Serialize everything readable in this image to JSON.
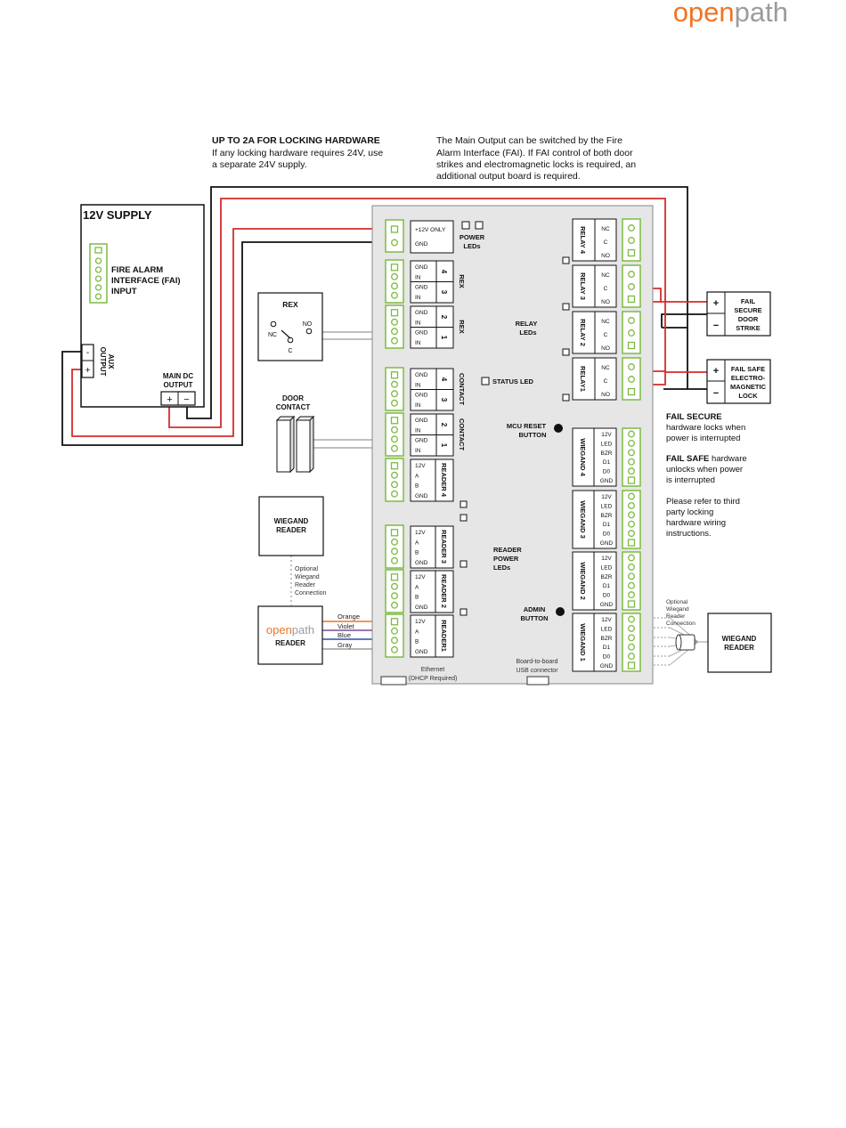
{
  "logo": {
    "open": "open",
    "path": "path"
  },
  "top_notes": {
    "locking_title": "UP TO 2A FOR LOCKING HARDWARE",
    "locking_lines": [
      "If any locking hardware requires 24V, use",
      "a separate 24V supply."
    ],
    "fai_lines": [
      "The Main Output can be switched by the Fire",
      "Alarm Interface (FAI). If FAI control of both door",
      "strikes and electromagnetic locks is required, an",
      "additional output board is required."
    ]
  },
  "supply": {
    "title": "12V SUPPLY",
    "fai_lines": [
      "FIRE ALARM",
      "INTERFACE (FAI)",
      "INPUT"
    ],
    "aux_lines": [
      "AUX",
      "OUTPUT"
    ],
    "main_dc_lines": [
      "MAIN DC",
      "OUTPUT"
    ],
    "minus": "−",
    "plus": "+",
    "aux_minus": "-",
    "aux_plus": "+"
  },
  "rex_box": {
    "title": "REX",
    "no": "NO",
    "nc": "NC",
    "c": "C"
  },
  "door_contact_lines": [
    "DOOR",
    "CONTACT"
  ],
  "wiegand_reader_left_lines": [
    "WIEGAND",
    "READER"
  ],
  "optional_left_lines": [
    "Optional",
    "Wiegand",
    "Reader",
    "Connection"
  ],
  "op_reader": {
    "open": "open",
    "path": "path",
    "label": "READER"
  },
  "wire_labels": [
    "Orange",
    "Violet",
    "Blue",
    "Gray"
  ],
  "board": {
    "power_in": {
      "a": "+12V ONLY",
      "b": "GND"
    },
    "power_leds_lines": [
      "POWER",
      "LEDs"
    ],
    "rex_blocks": [
      {
        "rows": [
          "GND",
          "IN",
          "GND",
          "IN"
        ],
        "nums": [
          "4",
          "3"
        ],
        "label": "REX"
      },
      {
        "rows": [
          "GND",
          "IN",
          "GND",
          "IN"
        ],
        "nums": [
          "2",
          "1"
        ],
        "label": "REX"
      }
    ],
    "contact_blocks": [
      {
        "rows": [
          "GND",
          "IN",
          "GND",
          "IN"
        ],
        "nums": [
          "4",
          "3"
        ],
        "label": "CONTACT"
      },
      {
        "rows": [
          "GND",
          "IN",
          "GND",
          "IN"
        ],
        "nums": [
          "2",
          "1"
        ],
        "label": "CONTACT"
      }
    ],
    "readers": [
      {
        "rows": [
          "12V",
          "A",
          "B",
          "GND"
        ],
        "label": "READER 4"
      },
      {
        "rows": [
          "12V",
          "A",
          "B",
          "GND"
        ],
        "label": "READER 3"
      },
      {
        "rows": [
          "12V",
          "A",
          "B",
          "GND"
        ],
        "label": "READER 2"
      },
      {
        "rows": [
          "12V",
          "A",
          "B",
          "GND"
        ],
        "label": "READER1"
      }
    ],
    "relays": [
      {
        "label": "RELAY 4",
        "rows": [
          "NC",
          "C",
          "NO"
        ]
      },
      {
        "label": "RELAY 3",
        "rows": [
          "NC",
          "C",
          "NO"
        ]
      },
      {
        "label": "RELAY 2",
        "rows": [
          "NC",
          "C",
          "NO"
        ]
      },
      {
        "label": "RELAY1",
        "rows": [
          "NC",
          "C",
          "NO"
        ]
      }
    ],
    "relay_leds_lines": [
      "RELAY",
      "LEDs"
    ],
    "status_led": "STATUS LED",
    "mcu_reset_lines": [
      "MCU RESET",
      "BUTTON"
    ],
    "wiegands": [
      {
        "label": "WIEGAND 4",
        "rows": [
          "12V",
          "LED",
          "BZR",
          "D1",
          "D0",
          "GND"
        ]
      },
      {
        "label": "WIEGAND 3",
        "rows": [
          "12V",
          "LED",
          "BZR",
          "D1",
          "D0",
          "GND"
        ]
      },
      {
        "label": "WIEGAND 2",
        "rows": [
          "12V",
          "LED",
          "BZR",
          "D1",
          "D0",
          "GND"
        ]
      },
      {
        "label": "WIEGAND 1",
        "rows": [
          "12V",
          "LED",
          "BZR",
          "D1",
          "D0",
          "GND"
        ]
      }
    ],
    "reader_power_lines": [
      "READER",
      "POWER",
      "LEDs"
    ],
    "admin_lines": [
      "ADMIN",
      "BUTTON"
    ],
    "ethernet_lines": [
      "Ethernet",
      "(DHCP Required)"
    ],
    "usb_lines": [
      "Board-to-board",
      "USB connector"
    ]
  },
  "fail_secure_box": {
    "plus": "+",
    "minus": "−",
    "lines": [
      "FAIL",
      "SECURE",
      "DOOR",
      "STRIKE"
    ]
  },
  "fail_safe_box": {
    "plus": "+",
    "minus": "−",
    "lines": [
      "FAIL SAFE",
      "ELECTRO-",
      "MAGNETIC",
      "LOCK"
    ]
  },
  "right_notes": {
    "secure_title": "FAIL SECURE",
    "secure_lines": [
      "hardware locks when",
      "power is interrupted"
    ],
    "safe_title": "FAIL SAFE",
    "safe_first": " hardware",
    "safe_lines": [
      "unlocks when power",
      "is interrupted"
    ],
    "refer_lines": [
      "Please refer to third",
      "party locking",
      "hardware wiring",
      "instructions."
    ]
  },
  "optional_right_lines": [
    "Optional",
    "Wiegand",
    "Reader",
    "Connection"
  ],
  "wiegand_reader_right_lines": [
    "WIEGAND",
    "READER"
  ],
  "colors": {
    "orange": "#ee7523",
    "green": "#7dbb42",
    "red": "#d22d2d",
    "board": "#e6e6e6",
    "gray_wire": "#9a9a9a",
    "blue_wire": "#2b4fa8",
    "violet_wire": "#7a4a9a"
  }
}
